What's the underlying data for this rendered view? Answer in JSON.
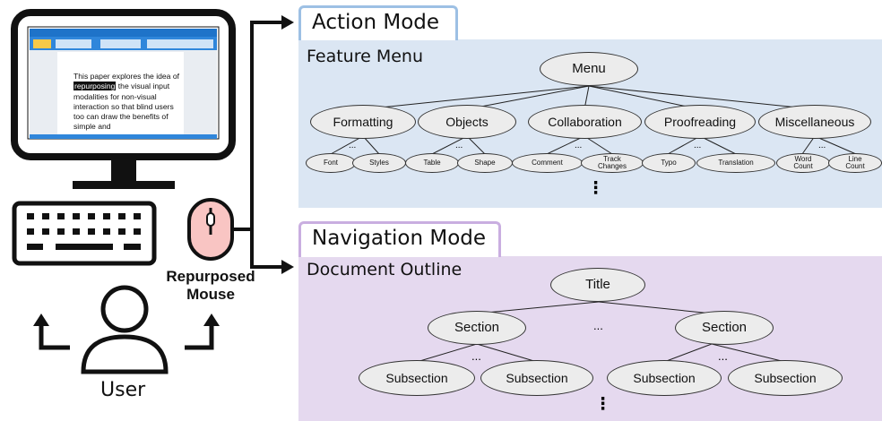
{
  "computer": {
    "doc_text_before": "This paper explores the idea of ",
    "doc_text_highlight": "repurposing",
    "doc_text_after": " the visual input modalities for non-visual interaction so that blind users too can draw the benefits of simple and"
  },
  "labels": {
    "mouse": "Repurposed Mouse",
    "user": "User"
  },
  "action_mode": {
    "tab": "Action Mode",
    "subtitle": "Feature Menu",
    "root": "Menu",
    "categories": [
      "Formatting",
      "Objects",
      "Collaboration",
      "Proofreading",
      "Miscellaneous"
    ],
    "leaves": [
      "Font",
      "Styles",
      "Table",
      "Shape",
      "Comment",
      "Track Changes",
      "Typo",
      "Translation",
      "Word Count",
      "Line Count"
    ],
    "ellipsis": "...",
    "vdots": "⋮"
  },
  "navigation_mode": {
    "tab": "Navigation Mode",
    "subtitle": "Document Outline",
    "root": "Title",
    "sections": [
      "Section",
      "Section"
    ],
    "subsections": [
      "Subsection",
      "Subsection",
      "Subsection",
      "Subsection"
    ],
    "ellipsis": "...",
    "vdots": "⋮"
  }
}
